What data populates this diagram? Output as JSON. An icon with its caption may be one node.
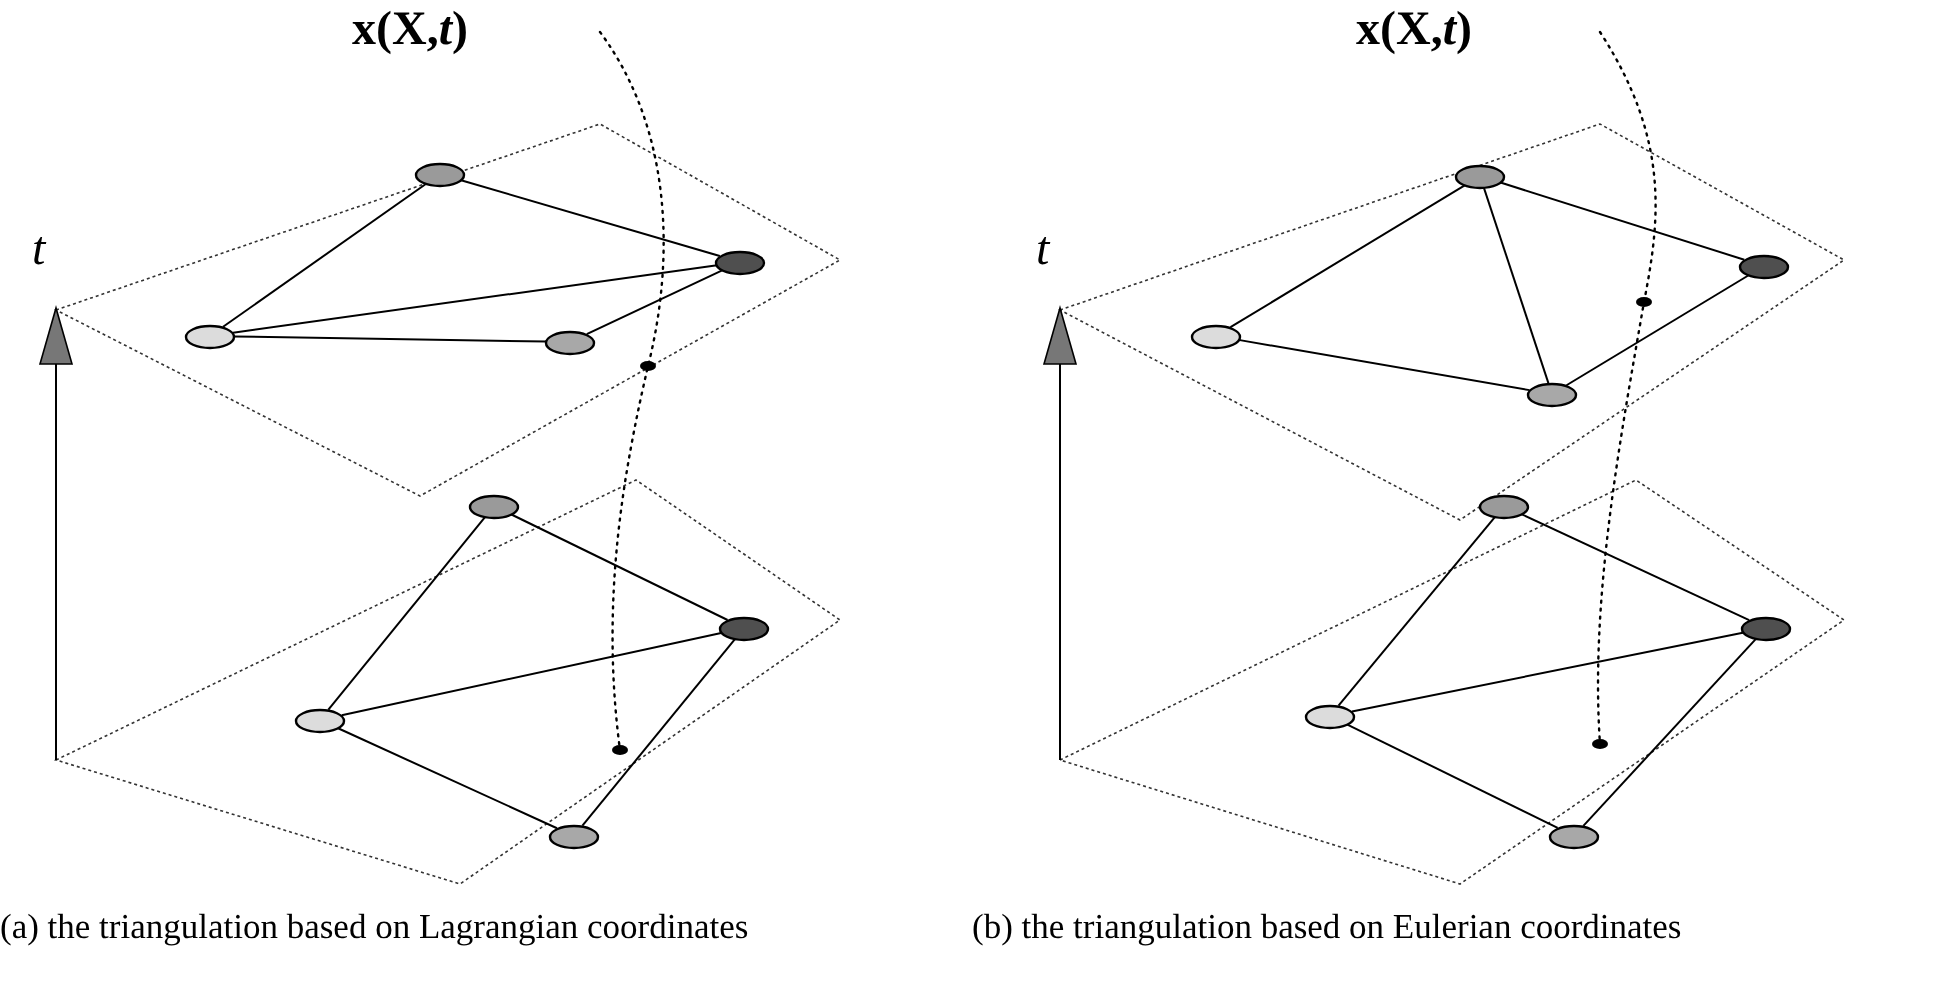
{
  "diagram": {
    "nodes": [
      {
        "text": [],
        "shape": "ellipse"
      },
      {
        "text": [],
        "shape": "ellipse"
      },
      {
        "text": [],
        "shape": "ellipse"
      },
      {
        "text": [],
        "shape": "ellipse"
      },
      {
        "text": [],
        "shape": "ellipse"
      },
      {
        "text": [],
        "shape": "ellipse"
      },
      {
        "text": [],
        "shape": "ellipse"
      },
      {
        "text": [],
        "shape": "ellipse"
      },
      {
        "text": [],
        "shape": "ellipse"
      },
      {
        "text": [],
        "shape": "ellipse"
      },
      {
        "text": [],
        "shape": "ellipse"
      },
      {
        "text": [],
        "shape": "ellipse"
      },
      {
        "text": [],
        "shape": "ellipse"
      },
      {
        "text": [],
        "shape": "ellipse"
      },
      {
        "text": [],
        "shape": "ellipse"
      },
      {
        "text": [],
        "shape": "ellipse"
      }
    ],
    "edges": [
      {
        "from": 0,
        "to": 1,
        "arrow": "none"
      },
      {
        "from": 0,
        "to": 2,
        "arrow": "none"
      },
      {
        "from": 2,
        "to": 1,
        "arrow": "none"
      },
      {
        "from": 2,
        "to": 3,
        "arrow": "none"
      },
      {
        "from": 3,
        "to": 1,
        "arrow": "none"
      },
      {
        "from": 4,
        "to": 6,
        "arrow": "none"
      },
      {
        "from": 4,
        "to": 5,
        "arrow": "none"
      },
      {
        "from": 6,
        "to": 5,
        "arrow": "none"
      },
      {
        "from": 6,
        "to": 7,
        "arrow": "none"
      },
      {
        "from": 7,
        "to": 5,
        "arrow": "none"
      },
      {
        "from": 10,
        "to": 8,
        "arrow": "none"
      },
      {
        "from": 8,
        "to": 9,
        "arrow": "none"
      },
      {
        "from": 8,
        "to": 11,
        "arrow": "none"
      },
      {
        "from": 10,
        "to": 11,
        "arrow": "none"
      },
      {
        "from": 11,
        "to": 9,
        "arrow": "none"
      },
      {
        "from": 12,
        "to": 14,
        "arrow": "none"
      },
      {
        "from": 12,
        "to": 13,
        "arrow": "none"
      },
      {
        "from": 14,
        "to": 13,
        "arrow": "none"
      },
      {
        "from": 14,
        "to": 15,
        "arrow": "none"
      },
      {
        "from": 15,
        "to": 13,
        "arrow": "none"
      }
    ],
    "labels": [
      "x(X,*t*)",
      "x(X,*t*)",
      "t",
      "t",
      "(a) the triangulation based on Lagrangian coordinates",
      "(b) the triangulation based on Eulerian coordinates"
    ]
  }
}
